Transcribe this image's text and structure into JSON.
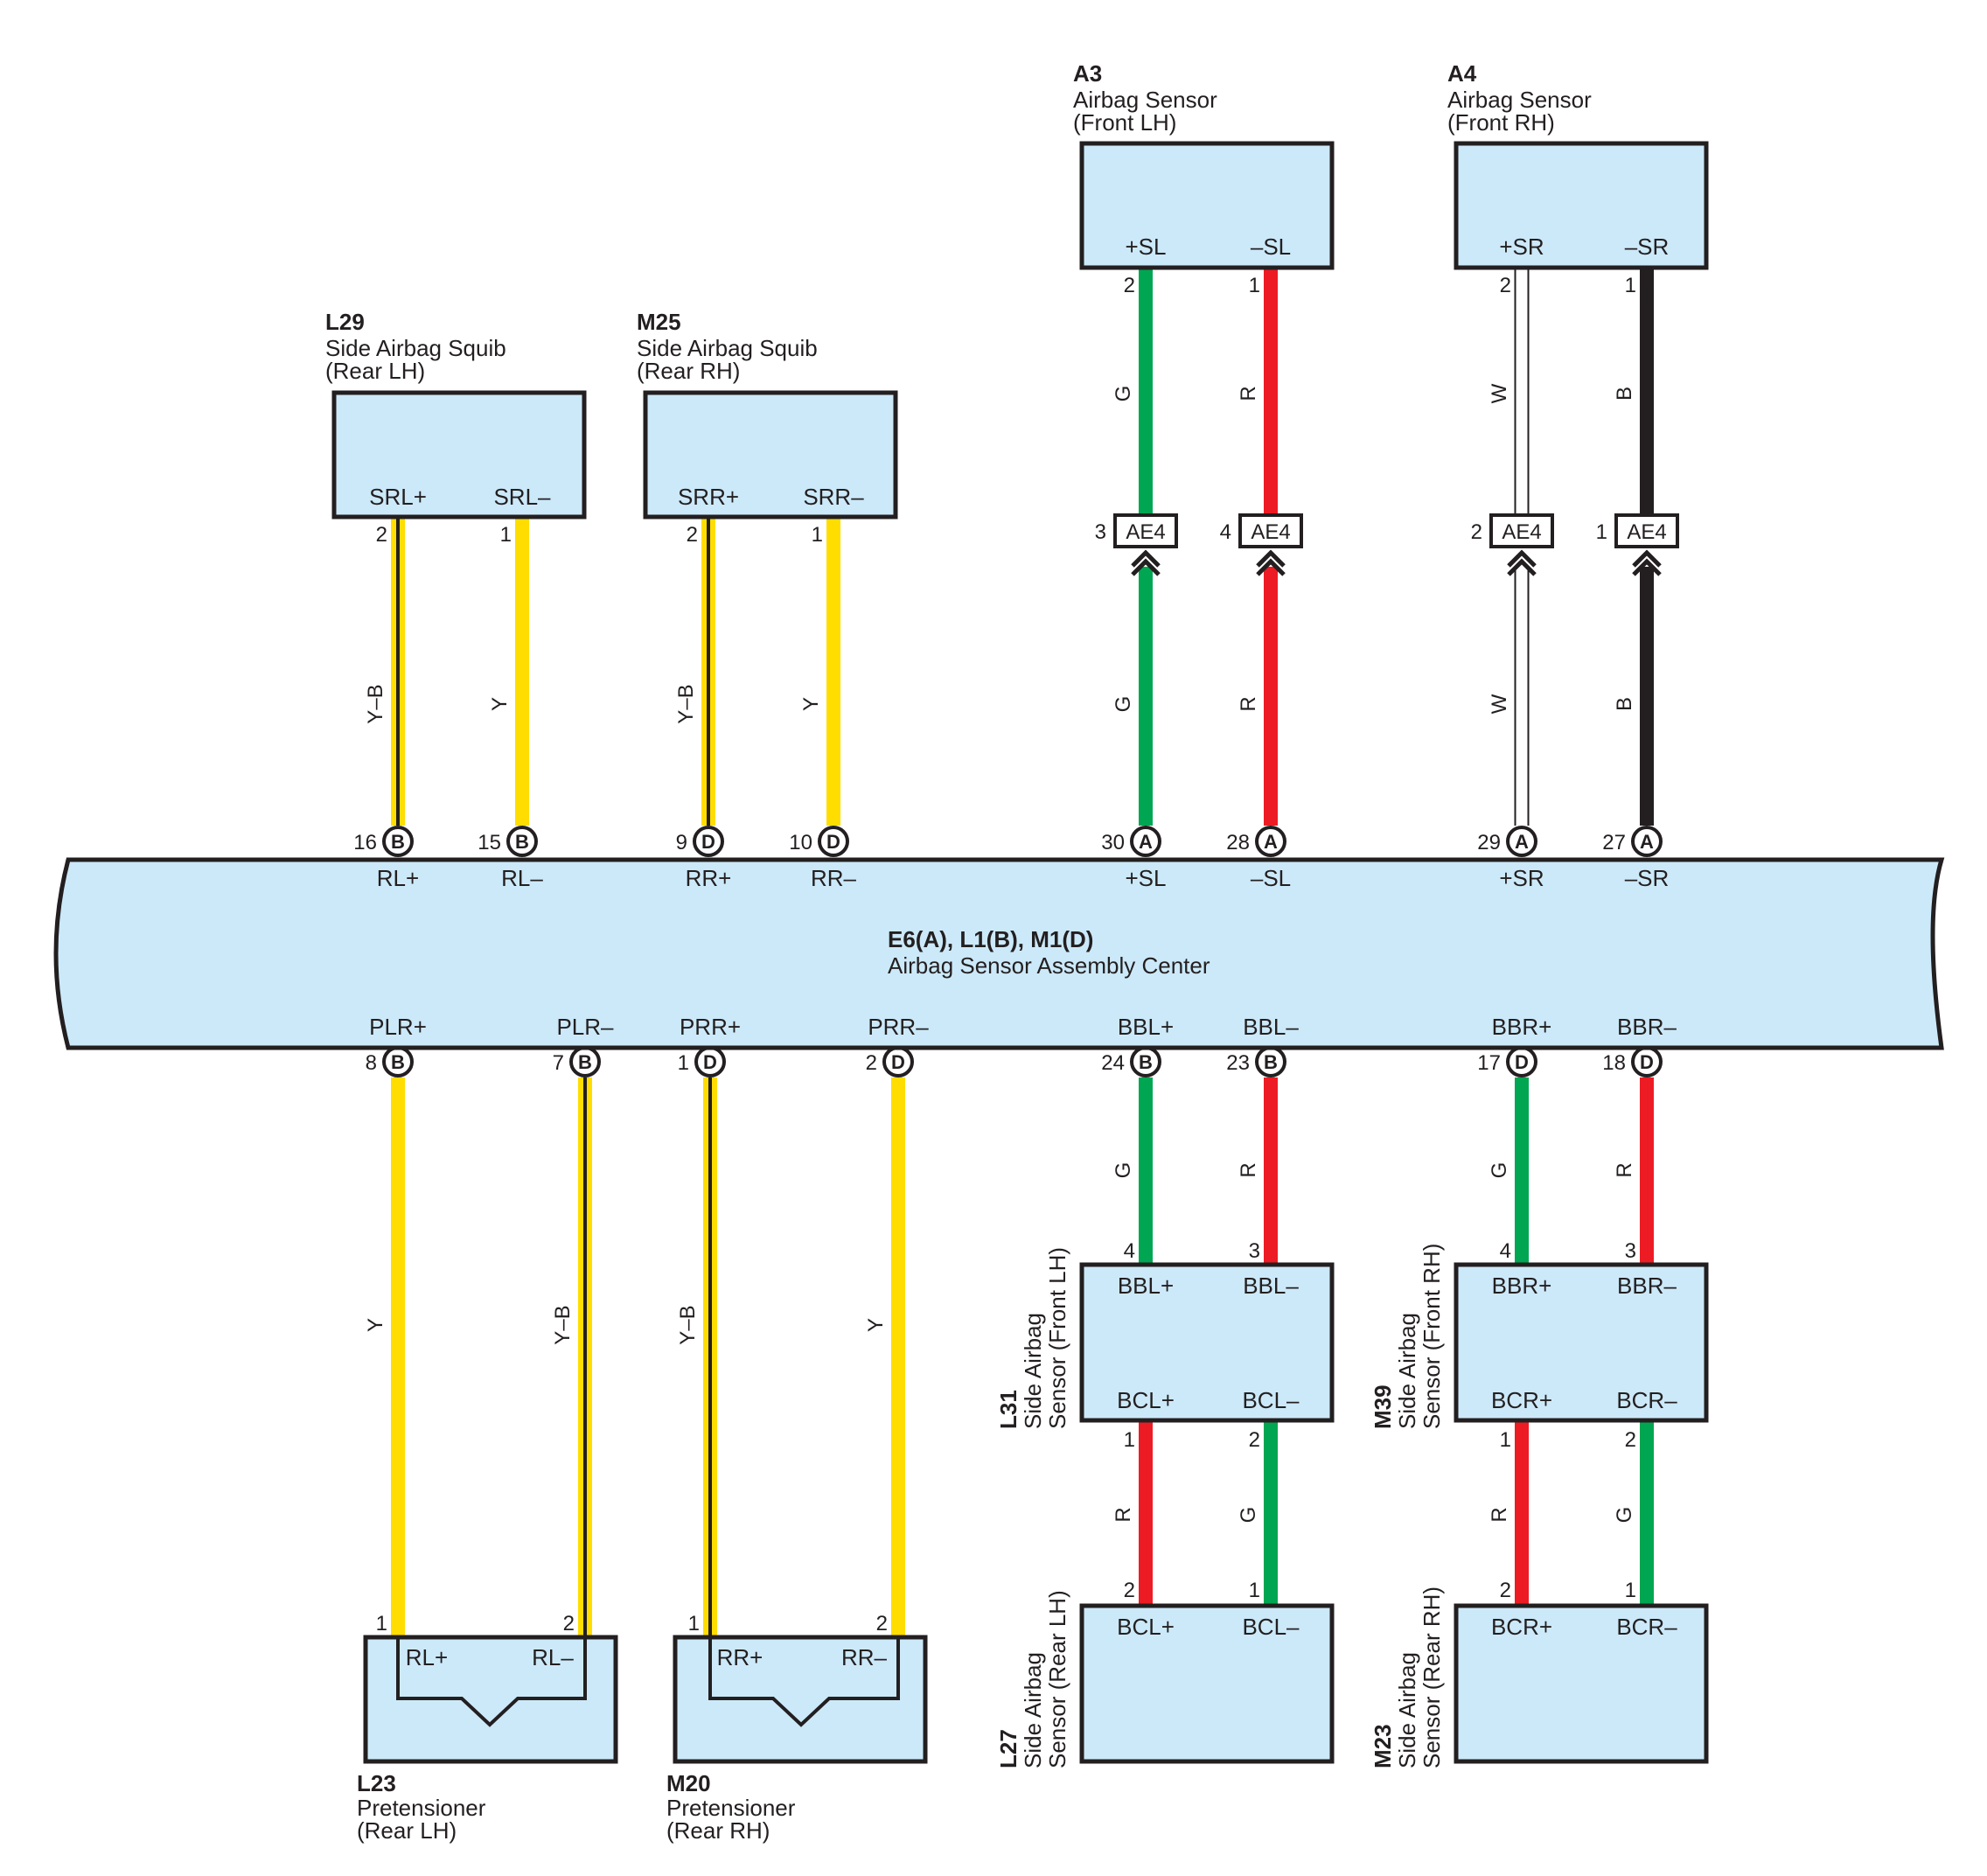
{
  "colors": {
    "component_fill": "#cce9f9",
    "outline": "#231f20",
    "Y": "#ffdd00",
    "G": "#00a651",
    "R": "#ed1c24",
    "W": "#ffffff",
    "B": "#231f20"
  },
  "ecu": {
    "id": "E6(A), L1(B), M1(D)",
    "name": "Airbag Sensor Assembly Center"
  },
  "top_components": [
    {
      "id": "L29",
      "name": "Side Airbag Squib",
      "sub": "(Rear LH)",
      "terms": [
        "SRL+",
        "SRL–"
      ]
    },
    {
      "id": "M25",
      "name": "Side Airbag Squib",
      "sub": "(Rear RH)",
      "terms": [
        "SRR+",
        "SRR–"
      ]
    },
    {
      "id": "A3",
      "name": "Airbag Sensor",
      "sub": "(Front LH)",
      "terms": [
        "+SL",
        "–SL"
      ]
    },
    {
      "id": "A4",
      "name": "Airbag Sensor",
      "sub": "(Front RH)",
      "terms": [
        "+SR",
        "–SR"
      ]
    }
  ],
  "top_wires": [
    {
      "color": "Y-B",
      "comp_pin": "2",
      "ecu_pin": "16",
      "conn": "B",
      "ecu_term": "RL+"
    },
    {
      "color": "Y",
      "comp_pin": "1",
      "ecu_pin": "15",
      "conn": "B",
      "ecu_term": "RL–"
    },
    {
      "color": "Y-B",
      "comp_pin": "2",
      "ecu_pin": "9",
      "conn": "D",
      "ecu_term": "RR+"
    },
    {
      "color": "Y",
      "comp_pin": "1",
      "ecu_pin": "10",
      "conn": "D",
      "ecu_term": "RR–"
    },
    {
      "color": "G",
      "comp_pin": "2",
      "ae4_pin": "3",
      "ecu_pin": "30",
      "conn": "A",
      "ecu_term": "+SL"
    },
    {
      "color": "R",
      "comp_pin": "1",
      "ae4_pin": "4",
      "ecu_pin": "28",
      "conn": "A",
      "ecu_term": "–SL"
    },
    {
      "color": "W",
      "comp_pin": "2",
      "ae4_pin": "2",
      "ecu_pin": "29",
      "conn": "A",
      "ecu_term": "+SR"
    },
    {
      "color": "B",
      "comp_pin": "1",
      "ae4_pin": "1",
      "ecu_pin": "27",
      "conn": "A",
      "ecu_term": "–SR"
    }
  ],
  "ae4_label": "AE4",
  "wire_labels": {
    "Y": "Y",
    "Y-B": "Y–B",
    "G": "G",
    "R": "R",
    "W": "W",
    "B": "B"
  },
  "bottom_wires": [
    {
      "color": "Y",
      "ecu_term": "PLR+",
      "ecu_pin": "8",
      "conn": "B",
      "comp_pin": "1"
    },
    {
      "color": "Y-B",
      "ecu_term": "PLR–",
      "ecu_pin": "7",
      "conn": "B",
      "comp_pin": "2"
    },
    {
      "color": "Y-B",
      "ecu_term": "PRR+",
      "ecu_pin": "1",
      "conn": "D",
      "comp_pin": "1"
    },
    {
      "color": "Y",
      "ecu_term": "PRR–",
      "ecu_pin": "2",
      "conn": "D",
      "comp_pin": "2"
    },
    {
      "color": "G",
      "ecu_term": "BBL+",
      "ecu_pin": "24",
      "conn": "B",
      "comp_pin": "4"
    },
    {
      "color": "R",
      "ecu_term": "BBL–",
      "ecu_pin": "23",
      "conn": "B",
      "comp_pin": "3"
    },
    {
      "color": "G",
      "ecu_term": "BBR+",
      "ecu_pin": "17",
      "conn": "D",
      "comp_pin": "4"
    },
    {
      "color": "R",
      "ecu_term": "BBR–",
      "ecu_pin": "18",
      "conn": "D",
      "comp_pin": "3"
    }
  ],
  "pretensioners": [
    {
      "id": "L23",
      "name": "Pretensioner",
      "sub": "(Rear LH)",
      "terms": [
        "RL+",
        "RL–"
      ]
    },
    {
      "id": "M20",
      "name": "Pretensioner",
      "sub": "(Rear RH)",
      "terms": [
        "RR+",
        "RR–"
      ]
    }
  ],
  "front_side_sensors": [
    {
      "id": "L31",
      "name1": "Side Airbag",
      "name2": "Sensor (Front LH)",
      "top_terms": [
        "BBL+",
        "BBL–"
      ],
      "bottom_terms": [
        "BCL+",
        "BCL–"
      ]
    },
    {
      "id": "M39",
      "name1": "Side Airbag",
      "name2": "Sensor (Front RH)",
      "top_terms": [
        "BBR+",
        "BBR–"
      ],
      "bottom_terms": [
        "BCR+",
        "BCR–"
      ]
    }
  ],
  "link_wires": [
    {
      "color": "R",
      "from_pin": "1",
      "to_pin": "2"
    },
    {
      "color": "G",
      "from_pin": "2",
      "to_pin": "1"
    },
    {
      "color": "R",
      "from_pin": "1",
      "to_pin": "2"
    },
    {
      "color": "G",
      "from_pin": "2",
      "to_pin": "1"
    }
  ],
  "rear_side_sensors": [
    {
      "id": "L27",
      "name1": "Side Airbag",
      "name2": "Sensor (Rear LH)",
      "terms": [
        "BCL+",
        "BCL–"
      ]
    },
    {
      "id": "M23",
      "name1": "Side Airbag",
      "name2": "Sensor (Rear RH)",
      "terms": [
        "BCR+",
        "BCR–"
      ]
    }
  ]
}
